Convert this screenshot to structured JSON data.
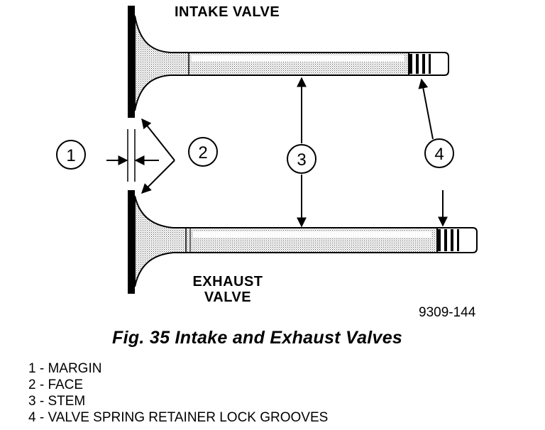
{
  "labels": {
    "intake_valve": "INTAKE VALVE",
    "exhaust_valve_line1": "EXHAUST",
    "exhaust_valve_line2": "VALVE",
    "figure_code": "9309-144",
    "caption": "Fig. 35 Intake and Exhaust Valves"
  },
  "callouts": [
    "1",
    "2",
    "3",
    "4"
  ],
  "legend": [
    "1 - MARGIN",
    "2 - FACE",
    "3 - STEM",
    "4 - VALVE SPRING RETAINER LOCK GROOVES"
  ]
}
